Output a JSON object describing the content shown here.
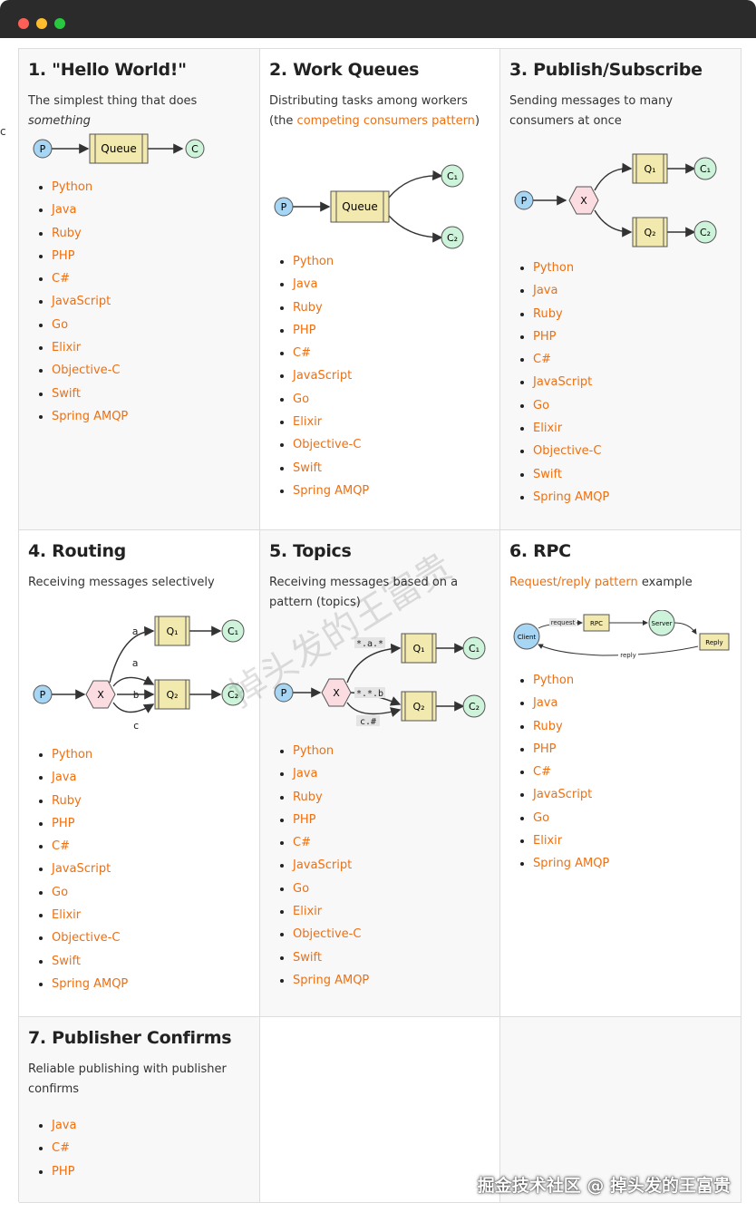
{
  "edge_mark": "c",
  "tutorials": [
    {
      "title": "1. \"Hello World!\"",
      "desc_pre": "The simplest thing that does ",
      "desc_em": "something",
      "langs": [
        "Python",
        "Java",
        "Ruby",
        "PHP",
        "C#",
        "JavaScript",
        "Go",
        "Elixir",
        "Objective-C",
        "Swift",
        "Spring AMQP"
      ]
    },
    {
      "title": "2. Work Queues",
      "desc_pre": "Distributing tasks among workers (the ",
      "desc_link": "competing consumers pattern",
      "desc_post": ")",
      "langs": [
        "Python",
        "Java",
        "Ruby",
        "PHP",
        "C#",
        "JavaScript",
        "Go",
        "Elixir",
        "Objective-C",
        "Swift",
        "Spring AMQP"
      ]
    },
    {
      "title": "3. Publish/Subscribe",
      "desc": "Sending messages to many consumers at once",
      "langs": [
        "Python",
        "Java",
        "Ruby",
        "PHP",
        "C#",
        "JavaScript",
        "Go",
        "Elixir",
        "Objective-C",
        "Swift",
        "Spring AMQP"
      ]
    },
    {
      "title": "4. Routing",
      "desc": "Receiving messages selectively",
      "langs": [
        "Python",
        "Java",
        "Ruby",
        "PHP",
        "C#",
        "JavaScript",
        "Go",
        "Elixir",
        "Objective-C",
        "Swift",
        "Spring AMQP"
      ]
    },
    {
      "title": "5. Topics",
      "desc": "Receiving messages based on a pattern (topics)",
      "langs": [
        "Python",
        "Java",
        "Ruby",
        "PHP",
        "C#",
        "JavaScript",
        "Go",
        "Elixir",
        "Objective-C",
        "Swift",
        "Spring AMQP"
      ]
    },
    {
      "title": "6. RPC",
      "desc_link": "Request/reply pattern",
      "desc_post": " example",
      "langs": [
        "Python",
        "Java",
        "Ruby",
        "PHP",
        "C#",
        "JavaScript",
        "Go",
        "Elixir",
        "Spring AMQP"
      ]
    },
    {
      "title": "7. Publisher Confirms",
      "desc": "Reliable publishing with publisher confirms",
      "langs": [
        "Java",
        "C#",
        "PHP"
      ]
    }
  ],
  "diagrams": {
    "producer": "P",
    "consumer": "C",
    "queue": "Queue",
    "exchange": "X",
    "q1": "Q₁",
    "q2": "Q₂",
    "c1": "C₁",
    "c2": "C₂",
    "routing_keys": [
      "a",
      "a",
      "b",
      "c"
    ],
    "topic_keys": [
      "*.a.*",
      "*.*.b",
      "c.#"
    ],
    "rpc": {
      "client": "Client",
      "request": "request",
      "rpc_queue": "RPC",
      "server": "Server",
      "reply_queue": "Reply",
      "reply": "reply"
    }
  },
  "colors": {
    "accent": "#f06f0f",
    "producer_fill": "#a7d6f4",
    "consumer_fill": "#cdf3da",
    "queue_fill": "#f2e9ae",
    "exchange_fill": "#fbdce1",
    "cell_alt_bg": "#f8f8f8",
    "border": "#dddddd"
  },
  "watermark": "掉头发的王富贵",
  "footer_mark": "掘金技术社区 @ 掉头发的王富贵"
}
